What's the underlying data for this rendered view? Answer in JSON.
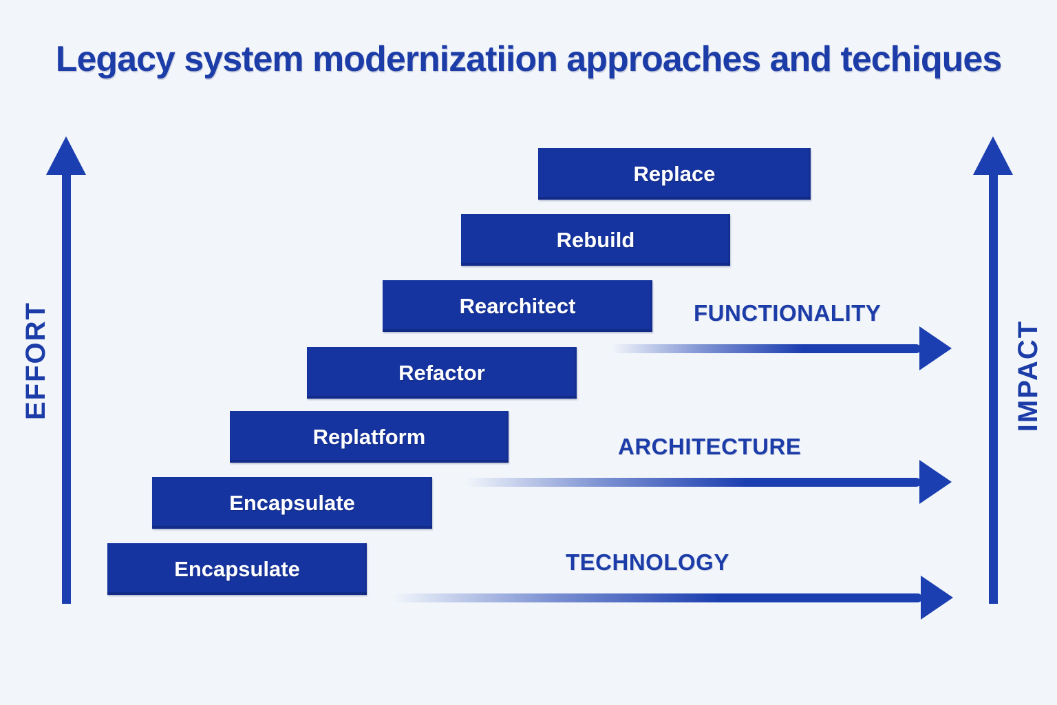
{
  "title": "Legacy system modernizatiion approaches and techiques",
  "colors": {
    "background": "#f2f6fb",
    "bar": "#16349f",
    "arrow": "#1b3eb0",
    "heading_text": "#1c3ca8",
    "bar_text": "#ffffff"
  },
  "bars": [
    {
      "label": "Encapsulate"
    },
    {
      "label": "Encapsulate"
    },
    {
      "label": "Replatform"
    },
    {
      "label": "Refactor"
    },
    {
      "label": "Rearchitect"
    },
    {
      "label": "Rebuild"
    },
    {
      "label": "Replace"
    }
  ],
  "vertical_axes": {
    "left": {
      "label": "EFFORT"
    },
    "right": {
      "label": "IMPACT"
    }
  },
  "horizontal_arrows": [
    {
      "label": "TECHNOLOGY"
    },
    {
      "label": "ARCHITECTURE"
    },
    {
      "label": "FUNCTIONALITY"
    }
  ]
}
